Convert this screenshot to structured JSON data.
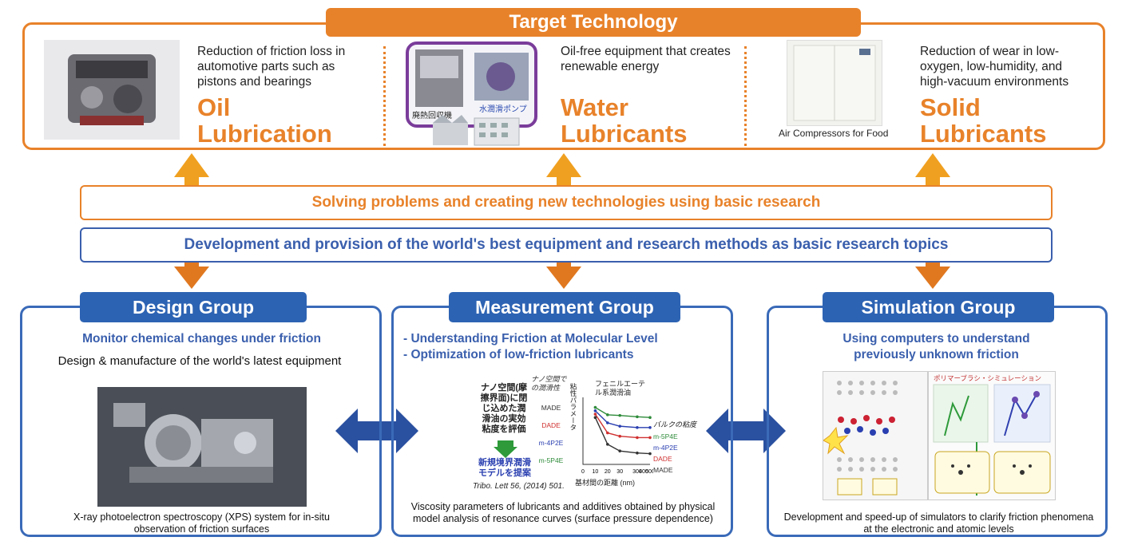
{
  "target": {
    "title": "Target Technology",
    "items": [
      {
        "desc": "Reduction of friction loss in automotive parts such as pistons and bearings",
        "name_line1": "Oil",
        "name_line2": "Lubrication",
        "image_icon": "engine-icon"
      },
      {
        "desc": "Oil-free equipment that creates renewable energy",
        "name_line1": "Water",
        "name_line2": "Lubricants",
        "image_icon": "energy-equipment-icon",
        "image_labels": [
          "廃熱回収機",
          "水潤滑ポンプ"
        ]
      },
      {
        "desc": "Reduction of wear in low-oxygen, low-humidity, and high-vacuum environments",
        "name_line1": "Solid",
        "name_line2": "Lubricants",
        "image_icon": "air-compressor-icon",
        "image_caption": "Air Compressors for Food"
      }
    ]
  },
  "bands": {
    "orange": "Solving problems and creating new technologies using basic research",
    "blue": "Development and provision of the world's best equipment and research methods as basic research topics"
  },
  "groups": {
    "design": {
      "title": "Design Group",
      "subtitle": "Monitor chemical changes under friction",
      "text": "Design & manufacture of the world's latest equipment",
      "caption": "X-ray photoelectron spectroscopy (XPS) system for in-situ observation of friction surfaces"
    },
    "measurement": {
      "title": "Measurement Group",
      "subtitle_1": "- Understanding Friction at Molecular Level",
      "subtitle_2": "- Optimization of low-friction lubricants",
      "fig_left": "ナノ空間(摩擦界面)に閉じ込めた潤滑油の実効粘度を評価",
      "fig_proposal": "新規境界潤滑モデルを提案",
      "fig_ref": "Tribo. Lett 56, (2014) 501.",
      "fig_chart_title": "フェニルエーテル系潤滑油",
      "fig_xlabel": "基材間の距離 (nm)",
      "fig_ylabel": "粘性パラメータ",
      "fig_left_label": "ナノ空間での潤滑性",
      "fig_right_label": "バルクの粘度",
      "fig_lub_left": [
        "MADE",
        "DADE",
        "m-4P2E",
        "m-5P4E"
      ],
      "fig_lub_right": [
        "m-5P4E",
        "m-4P2E",
        "DADE",
        "MADE"
      ],
      "caption": "Viscosity parameters of lubricants and additives obtained by physical model analysis of resonance curves (surface pressure dependence)"
    },
    "simulation": {
      "title": "Simulation Group",
      "subtitle_1": "Using computers to understand",
      "subtitle_2": "previously unknown friction",
      "caption": "Development and speed-up of simulators to clarify friction phenomena at the electronic and atomic levels",
      "fig_title": "ポリマーブラシ・シミュレーション"
    }
  },
  "colors": {
    "orange": "#e8822a",
    "blue": "#2d63b3",
    "band_blue": "#3a5fad",
    "arrow_blue": "#2a50a0"
  },
  "chart_data": {
    "type": "line",
    "title": "フェニルエーテル系潤滑油",
    "xlabel": "基材間の距離 (nm)",
    "ylabel": "粘性パラメータ",
    "x_ticks": [
      "0",
      "10",
      "20",
      "30",
      "300",
      "400",
      "500"
    ],
    "series": [
      {
        "name": "m-5P4E",
        "color": "#2e8b3a",
        "values": [
          [
            10,
            0.85
          ],
          [
            20,
            0.74
          ],
          [
            30,
            0.73
          ],
          [
            300,
            0.71
          ],
          [
            500,
            0.7
          ]
        ]
      },
      {
        "name": "m-4P2E",
        "color": "#2a3fb0",
        "values": [
          [
            10,
            0.8
          ],
          [
            20,
            0.62
          ],
          [
            30,
            0.57
          ],
          [
            300,
            0.55
          ],
          [
            500,
            0.55
          ]
        ]
      },
      {
        "name": "DADE",
        "color": "#d03030",
        "values": [
          [
            10,
            0.75
          ],
          [
            20,
            0.47
          ],
          [
            30,
            0.42
          ],
          [
            300,
            0.4
          ],
          [
            500,
            0.4
          ]
        ]
      },
      {
        "name": "MADE",
        "color": "#333333",
        "values": [
          [
            10,
            0.7
          ],
          [
            20,
            0.3
          ],
          [
            30,
            0.2
          ],
          [
            300,
            0.17
          ],
          [
            500,
            0.16
          ]
        ]
      }
    ]
  }
}
